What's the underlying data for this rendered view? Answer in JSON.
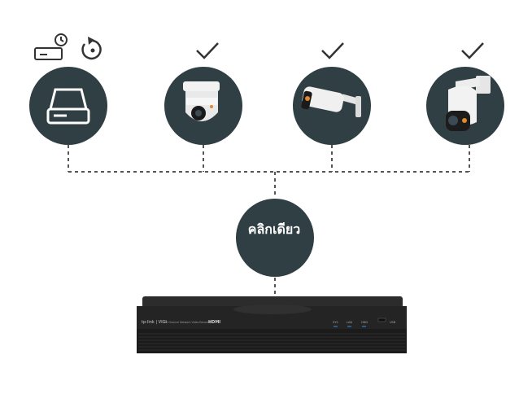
{
  "hub": {
    "label": "คลิกเดียว"
  },
  "nodes": [
    {
      "name": "storage-drive",
      "icon": "hard-drive-icon",
      "badges": [
        "drive-schedule-icon",
        "restore-icon"
      ]
    },
    {
      "name": "dome-camera",
      "icon": "dome-camera-icon",
      "badges": [
        "checkmark-icon"
      ]
    },
    {
      "name": "bullet-camera",
      "icon": "bullet-camera-icon",
      "badges": [
        "checkmark-icon"
      ]
    },
    {
      "name": "ptz-camera",
      "icon": "ptz-camera-icon",
      "badges": [
        "checkmark-icon"
      ]
    }
  ],
  "recorder": {
    "brand": "tp-link | VIGI",
    "model": "16 Channel Network Video Recorder",
    "port_label": "HDMI",
    "led_labels": [
      "SYS",
      "LAN",
      "HDD"
    ],
    "usb_label": "USB"
  },
  "colors": {
    "circle": "#2f3f44",
    "line": "#555555",
    "icon": "#333333",
    "white": "#ffffff"
  }
}
